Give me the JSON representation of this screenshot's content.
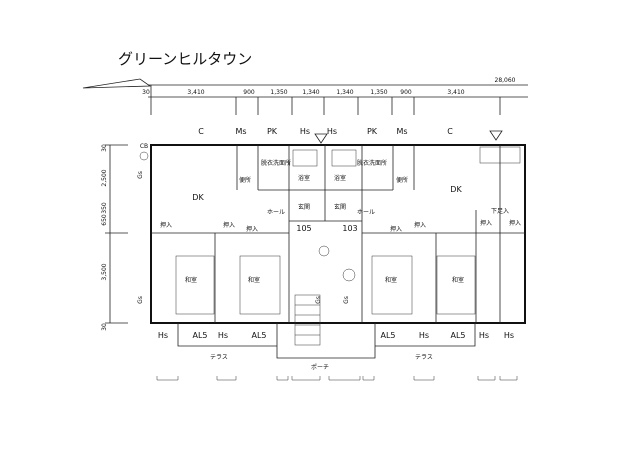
{
  "title": "グリーンヒルタウン",
  "dimensions": {
    "total": "28,060",
    "top": [
      "30",
      "3,410",
      "900",
      "1,350",
      "1,340",
      "1,340",
      "1,350",
      "900",
      "3,410"
    ],
    "left": [
      "30",
      "2,500",
      "650",
      "350",
      "3,500",
      "30"
    ]
  },
  "window_codes_top": [
    "C",
    "Ms",
    "PK",
    "Hs",
    "Hs",
    "PK",
    "Ms",
    "C"
  ],
  "window_codes_bottom": [
    "Hs",
    "AL5",
    "Hs",
    "AL5",
    "AL5",
    "Hs",
    "AL5",
    "Hs",
    "Hs"
  ],
  "rooms": {
    "dk_left": "DK",
    "dk_right": "DK",
    "washroom": "脱衣洗面所",
    "bath": "浴室",
    "toilet": "便所",
    "entrance": "玄関",
    "hall": "ホール",
    "closet": "押入",
    "japanese_room": "和室",
    "unit_105": "105",
    "unit_103": "103",
    "terrace": "テラス",
    "porch": "ポーチ",
    "gas": "Gs",
    "cb": "CB",
    "lower_storage": "下足入"
  }
}
